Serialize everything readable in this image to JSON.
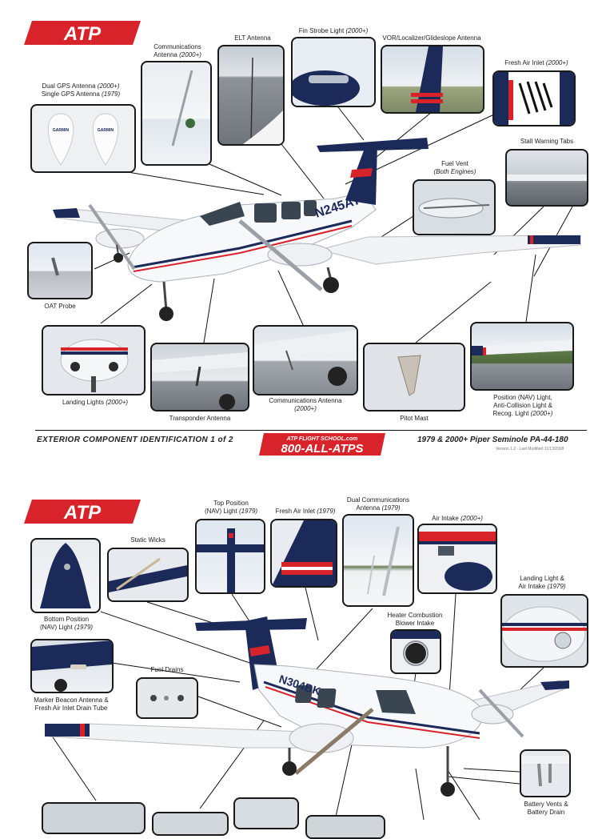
{
  "brand": {
    "logo_text": "ATP",
    "color": "#d8232a",
    "navy": "#1c2a5a"
  },
  "sheet1": {
    "labels": {
      "comm_antenna": "Communications",
      "comm_antenna_2": "Antenna",
      "comm_antenna_tag": "(2000+)",
      "elt": "ELT Antenna",
      "fin_strobe": "Fin Strobe Light",
      "fin_strobe_tag": "(2000+)",
      "vor": "VOR/Localizer/Glideslope Antenna",
      "fresh_air": "Fresh Air Inlet",
      "fresh_air_tag": "(2000+)",
      "dual_gps": "Dual GPS Antenna",
      "dual_gps_tag": "(2000+)",
      "single_gps": "Single GPS Antenna",
      "single_gps_tag": "(1979)",
      "stall": "Stall Warning Tabs",
      "fuel_vent": "Fuel Vent",
      "fuel_vent_tag": "(Both Engines)",
      "oat": "OAT Probe",
      "landing_lights": "Landing Lights",
      "landing_lights_tag": "(2000+)",
      "transponder": "Transponder Antenna",
      "comm_antenna_b": "Communications Antenna",
      "comm_antenna_b_tag": "(2000+)",
      "pitot": "Pitot Mast",
      "position_light_1": "Position (NAV) Light,",
      "position_light_2": "Anti-Collision Light &",
      "position_light_3": "Recog. Light",
      "position_light_tag": "(2000+)"
    },
    "tail_number": "N245AT",
    "gps_brand": "GARMIN",
    "footer_left": "EXTERIOR COMPONENT IDENTIFICATION 1 of 2",
    "footer_center_top": "ATP FLIGHT SCHOOL.com",
    "footer_center_main": "800-ALL-ATPS",
    "footer_right": "1979 & 2000+ Piper Seminole PA-44-180",
    "version": "Version 1.2 - Last Modified 11/13/2008"
  },
  "sheet2": {
    "labels": {
      "static_wicks": "Static Wicks",
      "top_position": "Top Position",
      "top_position_2": "(NAV) Light",
      "top_position_tag": "(1979)",
      "fresh_air": "Fresh Air Inlet",
      "fresh_air_tag": "(1979)",
      "dual_comm": "Dual Communications",
      "dual_comm_2": "Antenna",
      "dual_comm_tag": "(1979)",
      "air_intake": "Air Intake",
      "air_intake_tag": "(2000+)",
      "bottom_position": "Bottom Position",
      "bottom_position_2": "(NAV) Light",
      "bottom_position_tag": "(1979)",
      "landing_light": "Landing Light &",
      "landing_light_2": "Air Intake",
      "landing_light_tag": "(1979)",
      "heater": "Heater Combustion",
      "heater_2": "Blower Intake",
      "fuel_drains": "Fuel Drains",
      "marker_beacon": "Marker Beacon Antenna &",
      "marker_beacon_2": "Fresh Air Inlet Drain Tube",
      "battery_vents": "Battery Vents &",
      "battery_vents_2": "Battery Drain"
    },
    "tail_number": "N304BK"
  }
}
